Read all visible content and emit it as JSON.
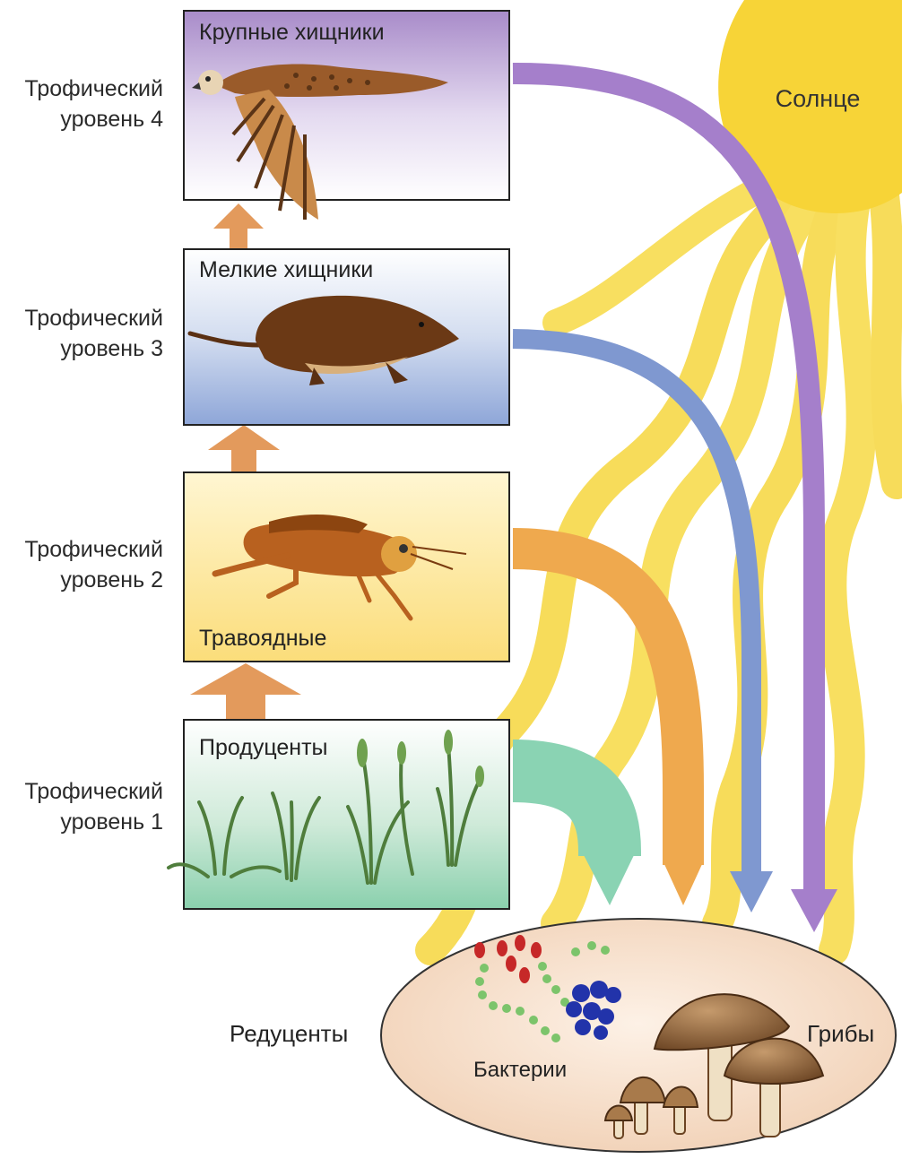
{
  "sun": {
    "label": "Солнце",
    "color": "#f7d437"
  },
  "levels": [
    {
      "line1": "Трофический",
      "line2": "уровень 4",
      "group": "Крупные хищники",
      "organism_icon": "hawk-icon",
      "arrow_color": "#a57fcb"
    },
    {
      "line1": "Трофический",
      "line2": "уровень 3",
      "group": "Мелкие хищники",
      "organism_icon": "shrew-icon",
      "arrow_color": "#7f98d0"
    },
    {
      "line1": "Трофический",
      "line2": "уровень 2",
      "group": "Травоядные",
      "organism_icon": "grasshopper-icon",
      "arrow_color": "#efa94e"
    },
    {
      "line1": "Трофический",
      "line2": "уровень 1",
      "group": "Продуценты",
      "organism_icon": "grass-icon",
      "arrow_color": "#8ad3b3"
    }
  ],
  "decomposers": {
    "label": "Редуценты",
    "bacteria_label": "Бактерии",
    "fungi_label": "Грибы",
    "fungi_icon": "mushroom-icon",
    "bacteria_icon": "bacteria-icon"
  },
  "energy_arrow_color": "#e39a5c"
}
